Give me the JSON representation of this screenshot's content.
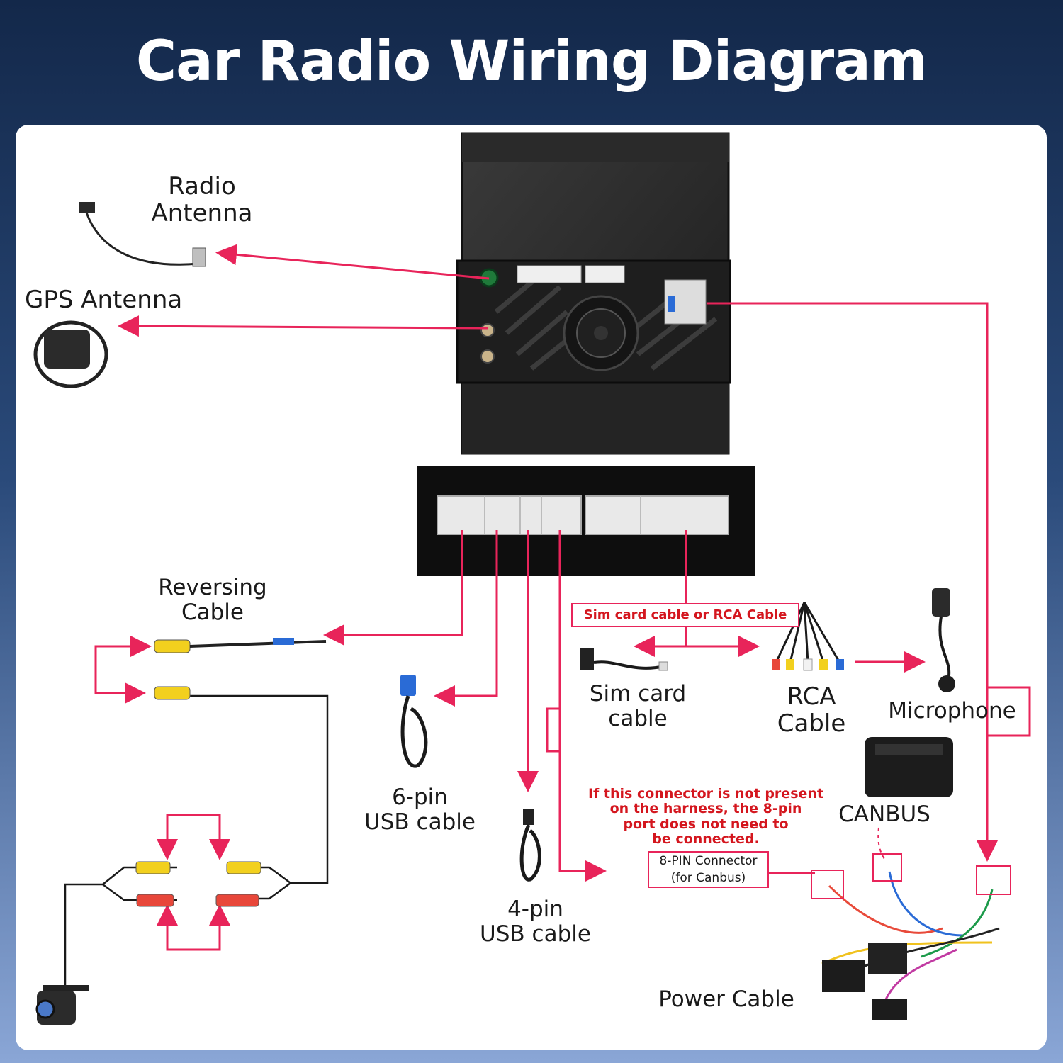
{
  "title": "Car Radio Wiring Diagram",
  "colors": {
    "wire_accent": "#e8245a",
    "note_red": "#d4161e",
    "header_bg": "#13284a"
  },
  "labels": {
    "radio_antenna": "Radio\nAntenna",
    "gps_antenna": "GPS Antenna",
    "reversing_cable": "Reversing\nCable",
    "sim_or_rca": "Sim card cable or RCA Cable",
    "sim_card_cable": "Sim card\ncable",
    "rca_cable": "RCA\nCable",
    "microphone": "Microphone",
    "canbus": "CANBUS",
    "usb6": "6-pin\nUSB cable",
    "usb4": "4-pin\nUSB cable",
    "canbus_note": "If this connector is not present\non the harness, the 8-pin\nport does not need to\nbe connected.",
    "connector8": "8-PIN Connector\n(for Canbus)",
    "power_cable": "Power Cable"
  }
}
